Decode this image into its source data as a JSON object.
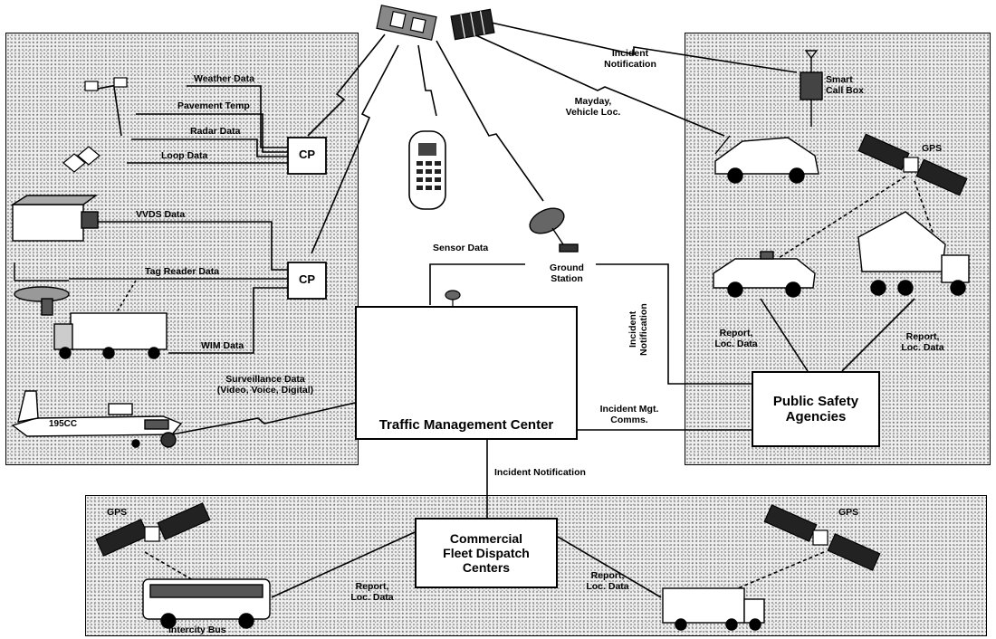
{
  "roadside": {
    "weather_data": "Weather Data",
    "pavement_temp": "Pavement Temp",
    "radar_data": "Radar Data",
    "loop_data": "Loop Data",
    "vvds_data": "VVDS Data",
    "tag_reader_data": "Tag Reader Data",
    "wim_data": "WIM Data",
    "surveillance_data": "Surveillance Data",
    "surveillance_sub": "(Video, Voice, Digital)",
    "cp_top": "CP",
    "cp_bottom": "CP",
    "aircraft_tail": "195CC"
  },
  "center": {
    "sensor_data": "Sensor Data",
    "ground_station": "Ground\nStation",
    "tmc_title": "Traffic Management Center",
    "incident_notification_vertical": "Incident\nNotification",
    "incident_mgt_comms": "Incident Mgt.\nComms.",
    "incident_notification_down": "Incident Notification"
  },
  "right_panel": {
    "incident_notification": "Incident\nNotification",
    "mayday": "Mayday,\nVehicle Loc.",
    "smart_call_box": "Smart\nCall Box",
    "gps": "GPS",
    "report_left": "Report,\nLoc. Data",
    "report_right": "Report,\nLoc. Data",
    "public_safety": "Public Safety\nAgencies"
  },
  "bottom_panel": {
    "gps_left": "GPS",
    "gps_right": "GPS",
    "fleet_dispatch": "Commercial\nFleet Dispatch\nCenters",
    "report_left": "Report,\nLoc. Data",
    "report_right": "Report,\nLoc. Data",
    "intercity_bus": "Intercity Bus"
  }
}
